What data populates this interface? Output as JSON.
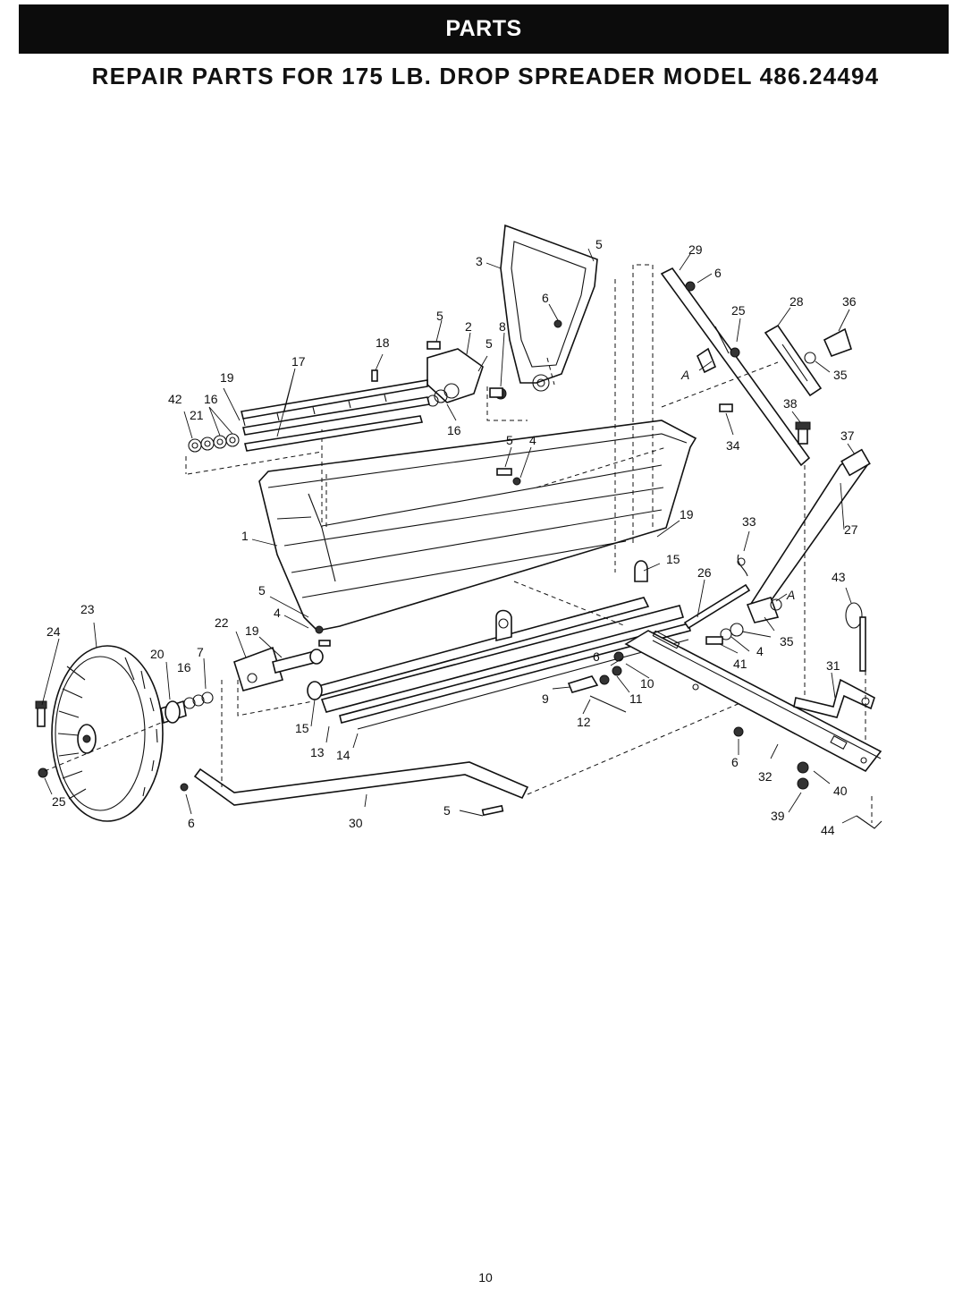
{
  "banner": {
    "title": "PARTS"
  },
  "heading": "REPAIR PARTS FOR 175 LB. DROP SPREADER MODEL 486.24494",
  "callouts": {
    "hopper": "1",
    "bracket_2": "2",
    "frame_3": "3",
    "screw_4": "4",
    "bolt_5": "5",
    "nut_6": "6",
    "washer_7": "7",
    "bushing_8": "8",
    "link_9": "9",
    "nut_10": "10",
    "clip_11": "11",
    "rod_12": "12",
    "plate_13": "13",
    "shutoff_14": "14",
    "bearing_15": "15",
    "washer_16": "16",
    "agitator_17": "17",
    "screw_18": "18",
    "axle_19": "19",
    "spacer_20": "20",
    "washer_21": "21",
    "bracket_22": "22",
    "wheel_23": "23",
    "bolt_24": "24",
    "locknut_25": "25",
    "rod_26": "26",
    "handle_27": "27",
    "lever_28": "28",
    "handle_29": "29",
    "brace_30": "30",
    "bracket_31": "31",
    "tongue_32": "32",
    "pin_33": "33",
    "bolt_34": "34",
    "washer_35": "35",
    "knob_36": "36",
    "bolt_37": "37",
    "bolt_38": "38",
    "nut_39": "39",
    "washer_40": "40",
    "bolt_41": "41",
    "cap_42": "42",
    "hitch_pin_43": "43",
    "clip_44": "44",
    "ref_a": "A"
  },
  "page_number": "10"
}
